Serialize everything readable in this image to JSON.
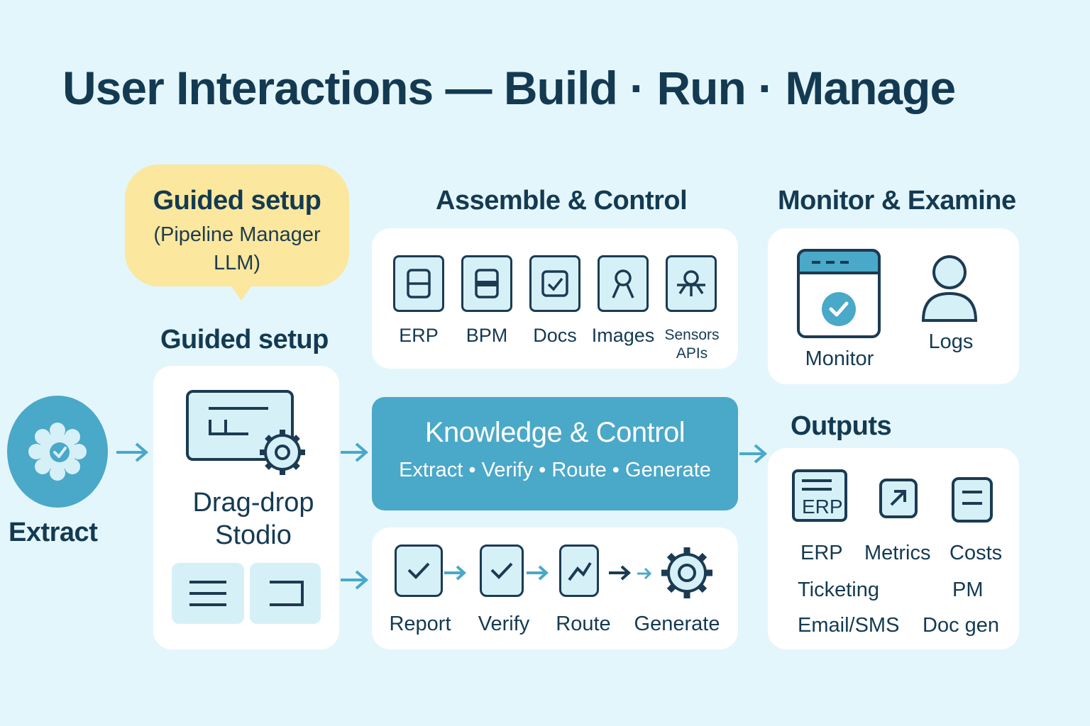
{
  "title": "User Interactions — Build · Run · Manage",
  "colors": {
    "background": "#e3f6fb",
    "accent": "#4aa8c9",
    "dark": "#143a52",
    "bubble": "#fbe79d",
    "tile": "#d6f0f8"
  },
  "bubble": {
    "title": "Guided setup",
    "subtitle": "(Pipeline Manager LLM)"
  },
  "extract": {
    "label": "Extract",
    "icon": "gear-check-icon"
  },
  "builder": {
    "heading": "Guided setup",
    "label_line1": "Drag-drop",
    "label_line2": "Stodio"
  },
  "assemble": {
    "heading": "Assemble & Control",
    "items": [
      {
        "label": "ERP",
        "icon": "window-icon"
      },
      {
        "label": "BPM",
        "icon": "window-icon"
      },
      {
        "label": "Docs",
        "icon": "checkbox-icon"
      },
      {
        "label": "Images",
        "icon": "person-icon"
      },
      {
        "label": "Sensors",
        "label2": "APIs",
        "icon": "network-icon"
      }
    ]
  },
  "knowledge": {
    "title": "Knowledge & Control",
    "steps": "Extract  •  Verify  •  Route • Generate"
  },
  "flow": {
    "items": [
      {
        "label": "Report",
        "icon": "check-icon"
      },
      {
        "label": "Verify",
        "icon": "check-icon"
      },
      {
        "label": "Route",
        "icon": "route-icon"
      },
      {
        "label": "Generate",
        "icon": "gear-icon"
      }
    ]
  },
  "monitor": {
    "heading": "Monitor & Examine",
    "items": [
      {
        "label": "Monitor",
        "icon": "browser-check-icon"
      },
      {
        "label": "Logs",
        "icon": "user-icon"
      }
    ]
  },
  "outputs": {
    "heading": "Outputs",
    "erp_icon_text": "ERP",
    "labels": {
      "erp": "ERP",
      "metrics": "Metrics",
      "costs": "Costs",
      "ticketing": "Ticketing",
      "pm": "PM",
      "email": "Email/SMS",
      "docgen": "Doc gen"
    }
  }
}
